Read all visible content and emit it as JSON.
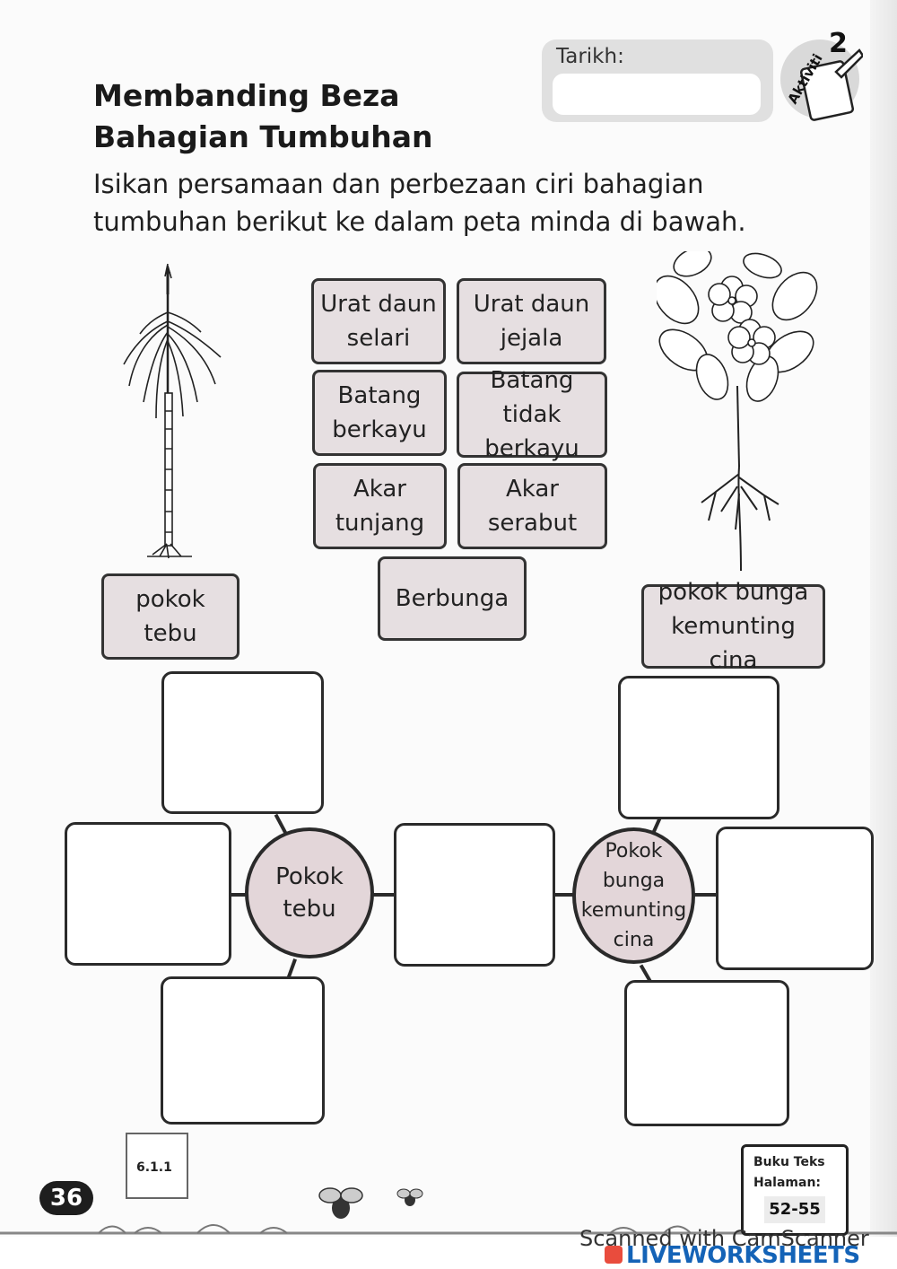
{
  "header": {
    "title_line1": "Membanding Beza",
    "title_line2": "Bahagian Tumbuhan",
    "instruction_line1": "Isikan persamaan dan perbezaan ciri bahagian",
    "instruction_line2": "tumbuhan berikut ke dalam peta minda di bawah.",
    "date_label": "Tarikh:",
    "activity_label": "Aktiviti",
    "activity_number": "2"
  },
  "word_bank": [
    {
      "line1": "Urat daun",
      "line2": "selari"
    },
    {
      "line1": "Urat daun",
      "line2": "jejala"
    },
    {
      "line1": "Batang",
      "line2": "berkayu"
    },
    {
      "line1": "Batang tidak",
      "line2": "berkayu"
    },
    {
      "line1": "Akar",
      "line2": "tunjang"
    },
    {
      "line1": "Akar",
      "line2": "serabut"
    },
    {
      "line1": "Berbunga",
      "line2": ""
    }
  ],
  "plants": {
    "left_label_line1": "pokok",
    "left_label_line2": "tebu",
    "right_label_line1": "pokok bunga",
    "right_label_line2": "kemunting cina"
  },
  "mind_map": {
    "left_circle_line1": "Pokok",
    "left_circle_line2": "tebu",
    "right_circle_line1": "Pokok",
    "right_circle_line2": "bunga",
    "right_circle_line3": "kemunting",
    "right_circle_line4": "cina"
  },
  "footer": {
    "page_number": "36",
    "standard_code": "6.1.1",
    "textbook_line1": "Buku Teks",
    "textbook_line2": "Halaman:",
    "textbook_pages": "52-55",
    "scanner_text": "Scanned with CamScanner",
    "watermark": "LIVEWORKSHEETS"
  }
}
